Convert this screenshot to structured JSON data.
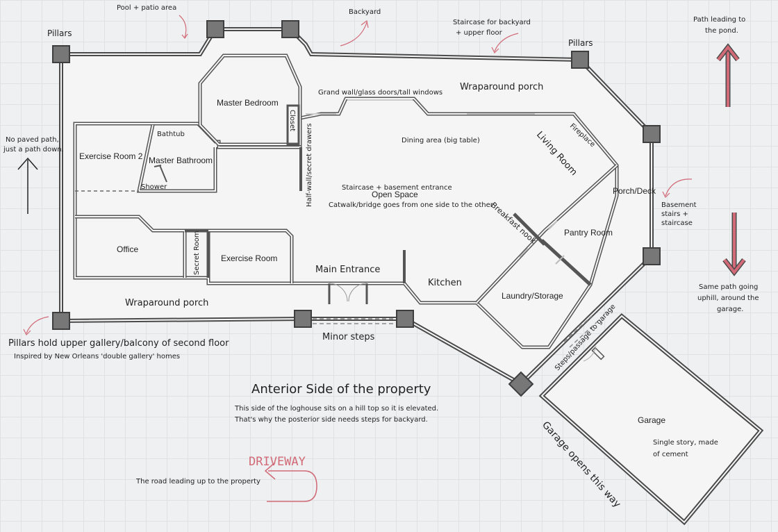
{
  "labels": {
    "pool_patio": "Pool + patio area",
    "backyard": "Backyard",
    "staircase_backyard": "Staircase for backyard\n+ upper floor",
    "path_to_pond": "Path leading to\nthe pond.",
    "pillars_left": "Pillars",
    "pillars_right": "Pillars",
    "no_paved_path": "No paved path,\njust a path down.",
    "master_bedroom": "Master Bedroom",
    "closet": "Closet",
    "grand_wall": "Grand wall/glass doors/tall windows",
    "wraparound_top": "Wraparound porch",
    "fireplace": "Fireplace",
    "living_room": "Living Room",
    "dining": "Dining area (big table)",
    "bathtub": "Bathtub",
    "exercise_room_2": "Exercise Room 2",
    "master_bathroom": "Master Bathroom",
    "shower": "Shower",
    "half_wall": "Half-wall/secret drawers",
    "staircase_basement": "Staircase + basement entrance",
    "open_space": "Open Space",
    "catwalk": "Catwalk/bridge goes from one side to the other",
    "porch_deck": "Porch/Deck",
    "basement_stairs": "Basement\nstairs +\nstaircase",
    "breakfast_nook": "Breakfast nook",
    "pantry_room": "Pantry Room",
    "office": "Office",
    "secret_room": "Secret Room",
    "exercise_room": "Exercise Room",
    "main_entrance": "Main Entrance",
    "kitchen": "Kitchen",
    "laundry": "Laundry/Storage",
    "same_path": "Same path going\nuphill, around the\ngarage.",
    "wraparound_bottom": "Wraparound porch",
    "pillars_hold": "Pillars hold upper gallery/balcony of second floor",
    "inspired": "Inspired by New Orleans 'double gallery' homes",
    "minor_steps": "Minor steps",
    "steps_garage": "Steps/passage to garage",
    "anterior_title": "Anterior Side of the property",
    "anterior_note_1": "This side of the loghouse sits on a hill top so it is elevated.",
    "anterior_note_2": "That's why the posterior side needs steps for backyard.",
    "garage": "Garage",
    "garage_note": "Single story, made\nof cement",
    "garage_opens": "Garage opens this way",
    "driveway": "DRIVEWAY",
    "road": "The road leading up to the property"
  },
  "colors": {
    "accent_red": "#d26a78",
    "wall": "#4a4a4a",
    "pillar": "#777777",
    "floor": "#f5f5f5"
  }
}
